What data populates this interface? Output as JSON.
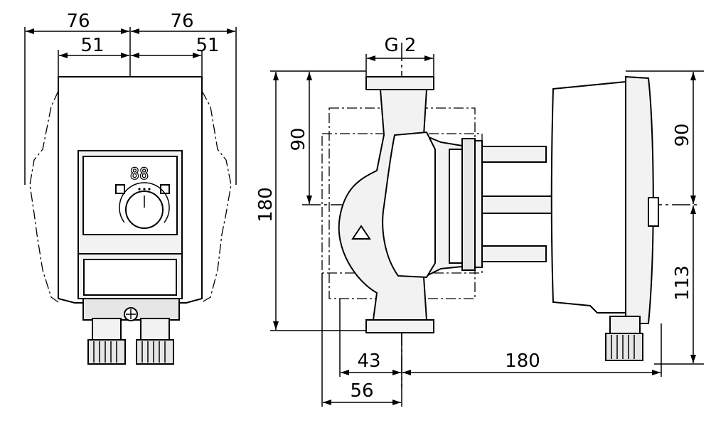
{
  "front_view": {
    "dim_width_left": "76",
    "dim_width_right": "76",
    "dim_inner_left": "51",
    "dim_inner_right": "51",
    "display_digits": "88"
  },
  "side_view": {
    "thread": "G 2",
    "dim_height_total": "180",
    "dim_height_upper_left": "90",
    "dim_height_upper_right": "90",
    "dim_height_lower_right": "113",
    "dim_length": "180",
    "dim_offset_43": "43",
    "dim_offset_56": "56"
  }
}
